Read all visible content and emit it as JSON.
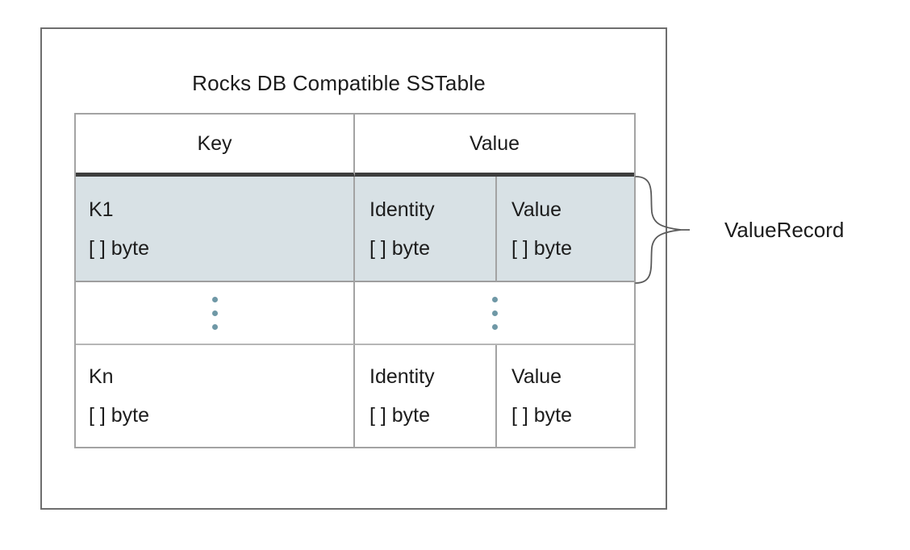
{
  "title": "Rocks DB Compatible SSTable",
  "annotation": {
    "label": "ValueRecord"
  },
  "table": {
    "header": {
      "key": "Key",
      "value": "Value"
    },
    "rows": {
      "first": {
        "key": {
          "line1": "K1",
          "line2": "[ ] byte"
        },
        "identity": {
          "line1": "Identity",
          "line2": "[ ] byte"
        },
        "value": {
          "line1": "Value",
          "line2": "[ ] byte"
        }
      },
      "last": {
        "key": {
          "line1": "Kn",
          "line2": "[ ] byte"
        },
        "identity": {
          "line1": "Identity",
          "line2": "[ ] byte"
        },
        "value": {
          "line1": "Value",
          "line2": "[ ] byte"
        }
      }
    }
  },
  "colors": {
    "highlight_fill": "#d8e1e5",
    "ellipsis_dot": "#6f98a6",
    "header_divider": "#3d3d3d",
    "table_border": "#a3a3a3",
    "outer_border": "#6e6e6e",
    "brace_stroke": "#5a5a5a",
    "text": "#1c1c1c"
  }
}
